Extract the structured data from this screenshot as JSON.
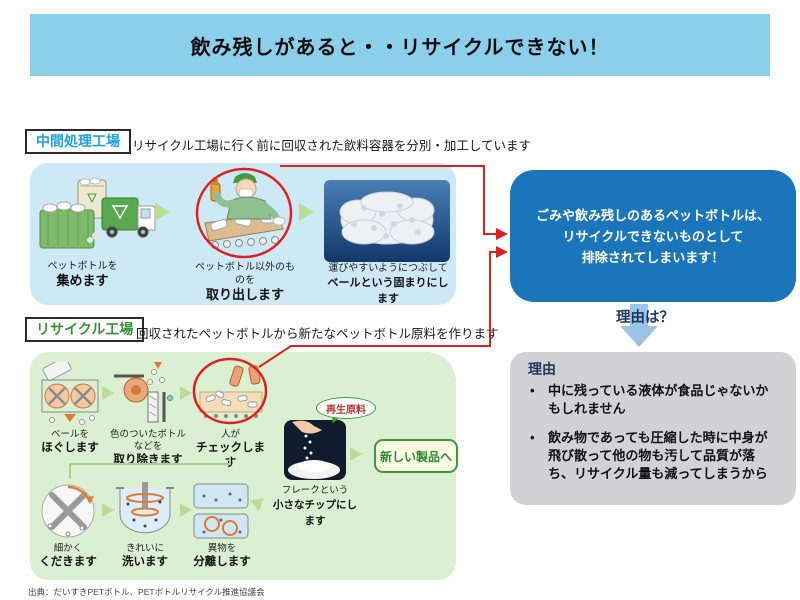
{
  "header": {
    "title": "飲み残しがあると・・リサイクルできない！"
  },
  "intermediate": {
    "label": "中間処理工場",
    "description": "リサイクル工場に行く前に回収された飲料容器を分別・加工しています",
    "steps": [
      {
        "caption1": "ペットボトルを",
        "caption2": "集めます"
      },
      {
        "caption1": "ペットボトル以外のものを",
        "caption2": "取り出します"
      },
      {
        "caption1": "運びやすいようにつぶして",
        "caption2": "ベールという固まりにします"
      }
    ]
  },
  "recycle": {
    "label": "リサイクル工場",
    "description": "回収されたペットボトルから新たなペットボトル原料を作ります",
    "steps_top": [
      {
        "caption1": "ベールを",
        "caption2": "ほぐします"
      },
      {
        "caption1": "色のついたボトルなどを",
        "caption2": "取り除きます"
      },
      {
        "caption1": "人が",
        "caption2": "チェックします"
      }
    ],
    "steps_bottom": [
      {
        "caption1": "細かく",
        "caption2": "くだきます"
      },
      {
        "caption1": "きれいに",
        "caption2": "洗います"
      },
      {
        "caption1": "異物を",
        "caption2": "分離します"
      }
    ],
    "flake_caption1": "フレークという",
    "flake_caption2": "小さなチップにします",
    "bubble_label": "再生原料",
    "new_product_label": "新しい製品へ"
  },
  "callout": {
    "message_lines": [
      "ごみや飲み残しのあるペットボトルは、",
      "リサイクルできないものとして",
      "排除されてしまいます！"
    ],
    "question": "理由は？"
  },
  "reason": {
    "title": "理由",
    "bullets": [
      "中に残っている液体が食品じゃないかもしれません",
      "飲み物であっても圧縮した時に中身が飛び散って他の物も汚して品質が落ち、リサイクル量も減ってしまうから"
    ]
  },
  "source": "出典：だいすきPETボトル、PETボトルリサイクル推進協議会",
  "colors": {
    "header_bg": "#8BCFEA",
    "panel_blue": "#CDE9F6",
    "panel_green": "#DBEFD2",
    "callout_blue": "#1B75BB",
    "reason_gray": "#D2D2D4",
    "accent_red": "#E0201E",
    "label_blue": "#1FA3DE",
    "label_green": "#3A8F3C",
    "dark_navy": "#1F3864",
    "arrow_green": "#BCDC96",
    "arrow_lightblue": "#9DC3E6"
  }
}
